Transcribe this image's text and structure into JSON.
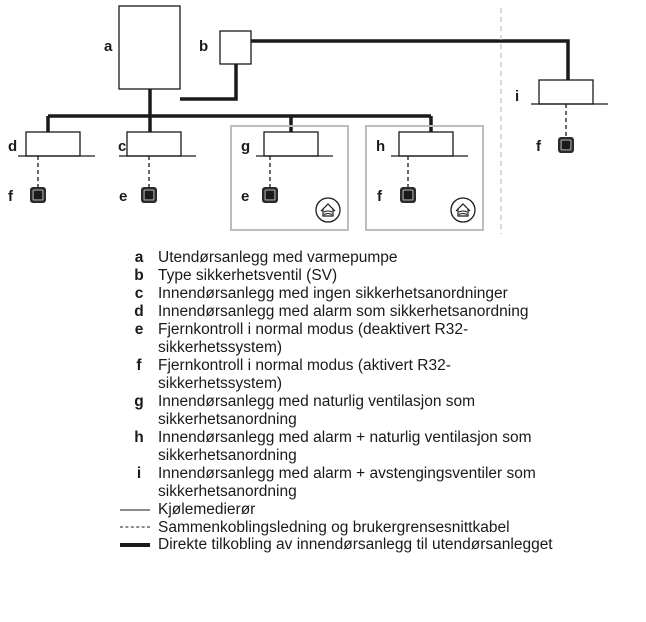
{
  "diagram": {
    "labels": {
      "a": "a",
      "b": "b",
      "d": "d",
      "c": "c",
      "g": "g",
      "h": "h",
      "i": "i",
      "f1": "f",
      "e1": "e",
      "e2": "e",
      "f2": "f",
      "f3": "f"
    },
    "icons": [
      "remote-controller-icon",
      "natural-ventilation-icon"
    ]
  },
  "legend": {
    "items": [
      {
        "key": "a",
        "text": "Utendørsanlegg med varmepumpe"
      },
      {
        "key": "b",
        "text": "Type sikkerhetsventil (SV)"
      },
      {
        "key": "c",
        "text": "Innendørsanlegg med ingen sikkerhetsanordninger"
      },
      {
        "key": "d",
        "text": "Innendørsanlegg med alarm som sikkerhetsanordning"
      },
      {
        "key": "e",
        "text": "Fjernkontroll i normal modus (deaktivert R32-\nsikkerhetssystem)"
      },
      {
        "key": "f",
        "text": "Fjernkontroll i normal modus (aktivert R32-\nsikkerhetssystem)"
      },
      {
        "key": "g",
        "text": "Innendørsanlegg med naturlig ventilasjon som\nsikkerhetsanordning"
      },
      {
        "key": "h",
        "text": "Innendørsanlegg med alarm + naturlig ventilasjon som\nsikkerhetsanordning"
      },
      {
        "key": "i",
        "text": "Innendørsanlegg med alarm + avstengingsventiler som\nsikkerhetsanordning"
      }
    ],
    "lines": [
      {
        "style": "thin",
        "text": "Kjølemedierør"
      },
      {
        "style": "dashed",
        "text": "Sammenkoblingsledning og brukergrensesnittkabel"
      },
      {
        "style": "thick",
        "text": "Direkte tilkobling av innendørsanlegg til utendørsanlegget"
      }
    ]
  }
}
